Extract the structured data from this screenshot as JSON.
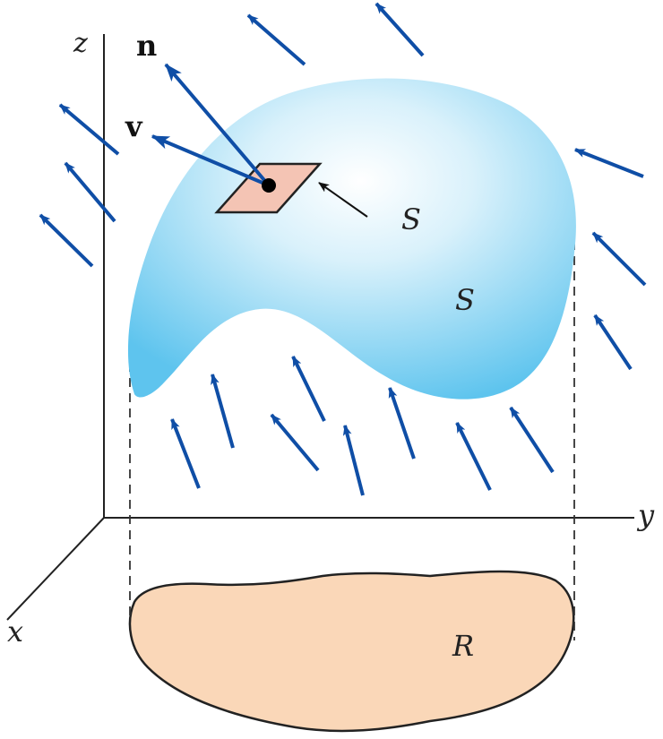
{
  "axes": {
    "z_label": "z",
    "y_label": "y",
    "x_label": "x"
  },
  "vectors": {
    "normal_label": "n",
    "velocity_label": "v"
  },
  "surface": {
    "label_primary": "S",
    "label_secondary": "S"
  },
  "region": {
    "label": "R"
  },
  "colors": {
    "surface_light": "#ffffff",
    "surface_dark": "#5ec4ee",
    "patch_fill": "#f4c4b4",
    "region_fill": "#fad7b8",
    "field_arrow": "#0f4ea6",
    "axis_line": "#222222"
  }
}
